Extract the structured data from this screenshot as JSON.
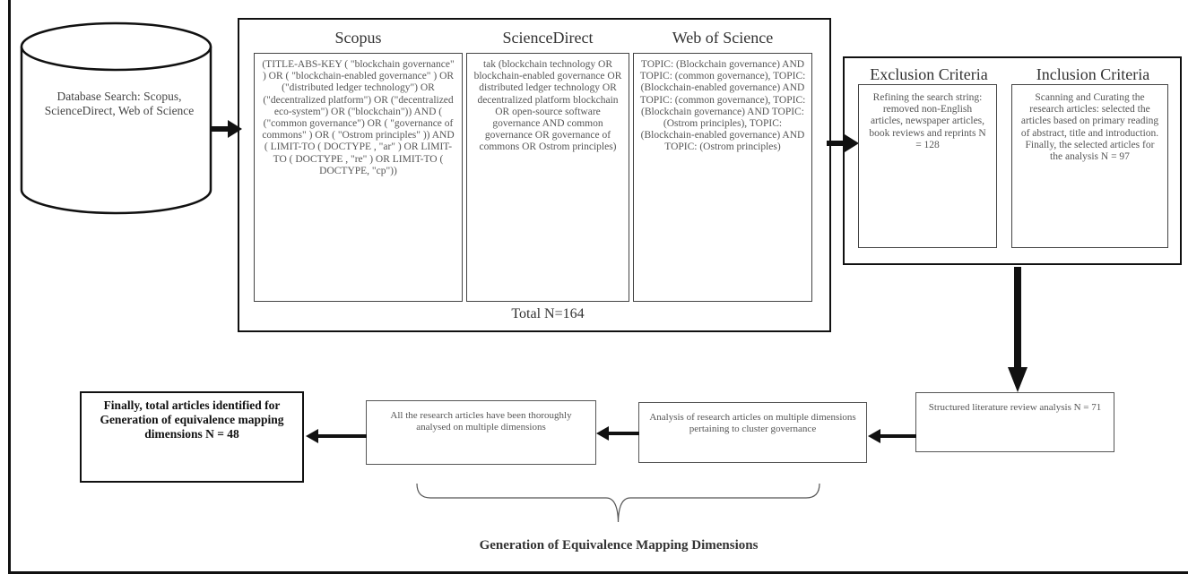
{
  "database": {
    "label": "Database Search: Scopus, ScienceDirect, Web of Science"
  },
  "search": {
    "columns": [
      {
        "title": "Scopus",
        "query": "(TITLE-ABS-KEY ( \"blockchain governance\" ) OR ( \"blockchain-enabled governance\" ) OR (\"distributed ledger technology\") OR (\"decentralized platform\") OR (\"decentralized eco-system\") OR (\"blockchain\")) AND ( (\"common governance\") OR ( \"governance of commons\" ) OR ( \"Ostrom principles\" )) AND ( LIMIT-TO ( DOCTYPE , \"ar\" ) OR LIMIT-TO ( DOCTYPE , \"re\" ) OR LIMIT-TO ( DOCTYPE, \"cp\"))"
      },
      {
        "title": "ScienceDirect",
        "query": "tak (blockchain technology OR blockchain-enabled governance OR distributed ledger technology OR decentralized platform blockchain OR open-source software governance AND common governance OR governance of commons OR Ostrom principles)"
      },
      {
        "title": "Web of Science",
        "query": "TOPIC: (Blockchain governance) AND TOPIC: (common governance), TOPIC: (Blockchain-enabled governance) AND TOPIC: (common governance), TOPIC: (Blockchain governance) AND TOPIC: (Ostrom principles), TOPIC: (Blockchain-enabled governance) AND TOPIC: (Ostrom principles)"
      }
    ],
    "total": "Total N=164"
  },
  "criteria": {
    "exclusion": {
      "title": "Exclusion Criteria",
      "text": "Refining the search string: removed non-English articles, newspaper articles, book reviews and reprints N = 128"
    },
    "inclusion": {
      "title": "Inclusion Criteria",
      "text": "Scanning and Curating the research articles: selected the articles based on primary reading of abstract, title and introduction. Finally, the selected articles for the analysis N = 97"
    }
  },
  "flow": {
    "structured": "Structured literature review analysis N = 71",
    "multiple": "Analysis of research articles on multiple dimensions pertaining to cluster governance",
    "analysed": "All the research articles have been thoroughly analysed on multiple dimensions",
    "final": "Finally, total articles identified for Generation of equivalence mapping dimensions N = 48"
  },
  "brace_label": "Generation of Equivalence Mapping Dimensions"
}
